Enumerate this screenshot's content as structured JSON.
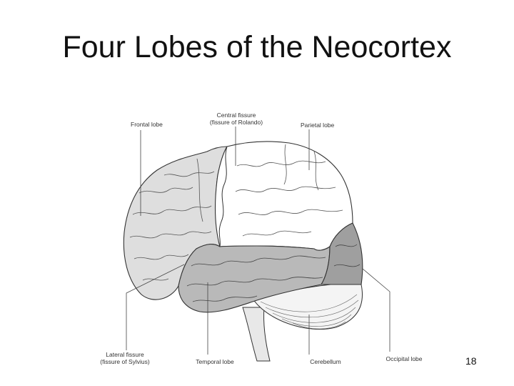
{
  "slide": {
    "title": "Four Lobes of the Neocortex",
    "page_number": "18"
  },
  "labels": {
    "frontal_lobe": "Frontal lobe",
    "central_fissure_1": "Central fissure",
    "central_fissure_2": "(fissure of Rolando)",
    "parietal_lobe": "Parietal lobe",
    "lateral_fissure_1": "Lateral fissure",
    "lateral_fissure_2": "(fissure of Sylvius)",
    "temporal_lobe": "Temporal lobe",
    "cerebellum": "Cerebellum",
    "occipital_lobe": "Occipital lobe"
  },
  "colors": {
    "frontal": "#dedede",
    "parietal": "#ffffff",
    "temporal": "#b9b9b9",
    "occipital": "#9f9f9f",
    "cerebellum": "#f4f4f4",
    "stroke": "#333333"
  }
}
